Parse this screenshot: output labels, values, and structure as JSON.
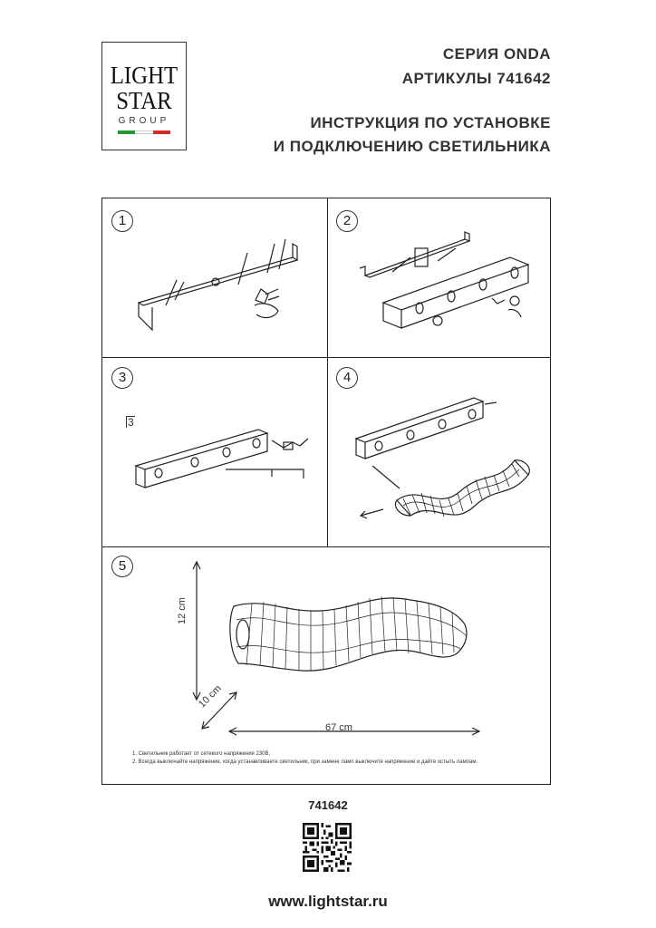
{
  "logo": {
    "line1": "LIGHT",
    "line2": "STAR",
    "line3": "GROUP",
    "flag_colors": [
      "#1e9a3a",
      "#ffffff",
      "#d42a2a"
    ]
  },
  "header": {
    "series": "СЕРИЯ ONDA",
    "articles": "АРТИКУЛЫ 741642",
    "instruction_line1": "ИНСТРУКЦИЯ ПО УСТАНОВКЕ",
    "instruction_line2": "И ПОДКЛЮЧЕНИЮ СВЕТИЛЬНИКА"
  },
  "steps": [
    {
      "number": "1",
      "icon": "mounting-bracket-screws-icon"
    },
    {
      "number": "2",
      "icon": "attach-base-to-bracket-icon"
    },
    {
      "number": "3",
      "icon": "wire-connection-icon",
      "label": "3"
    },
    {
      "number": "4",
      "icon": "attach-shade-icon"
    },
    {
      "number": "5",
      "icon": "dimensions-icon"
    }
  ],
  "dimensions": {
    "height": "12 cm",
    "depth": "10 cm",
    "length": "67 cm"
  },
  "notes": [
    "1. Светильник работает от сетевого напряжения 230В.",
    "2. Всегда выключайте напряжение, когда устанавливаете светильник, при замене ламп выключите напряжение и дайте остыть лампам."
  ],
  "footer": {
    "article": "741642",
    "website": "www.lightstar.ru"
  },
  "colors": {
    "line": "#222222",
    "text": "#333333"
  }
}
